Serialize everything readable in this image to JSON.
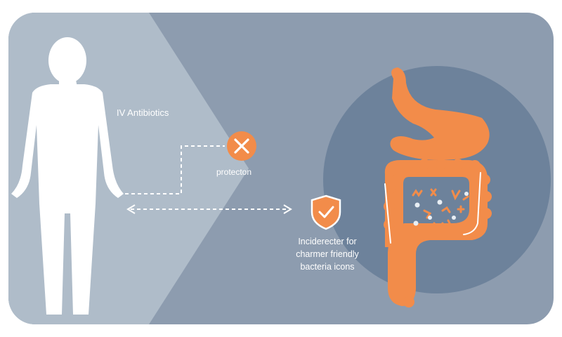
{
  "labels": {
    "antibiotics": "IV Antibiotics",
    "protection": "protecton",
    "note_line1": "Inciderecter for",
    "note_line2": "charmer friendly",
    "note_line3": "bacteria icons"
  },
  "icons": {
    "figure": "human-silhouette-icon",
    "block": "x-circle-icon",
    "shield": "shield-check-icon",
    "gut": "digestive-system-icon",
    "bacteria": "bacteria-icon"
  },
  "colors": {
    "background_light": "#afbcc9",
    "background_dark": "#8d9caf",
    "gut_circle": "#6d829b",
    "accent_orange": "#f28c4a",
    "figure_white": "#ffffff"
  }
}
